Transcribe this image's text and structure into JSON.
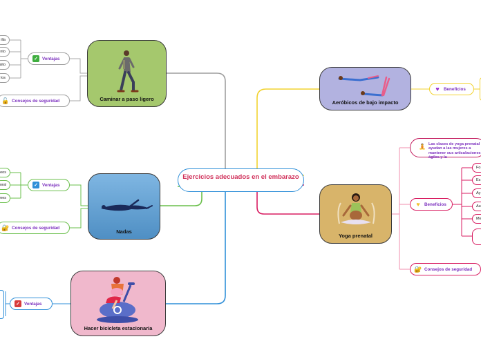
{
  "center": {
    "title": "Ejercicios adecuados en el embarazo"
  },
  "topics": {
    "walk": {
      "title": "Caminar a paso ligero",
      "image_icon": "walking-person-icon"
    },
    "swim": {
      "title": "Nadas",
      "image_icon": "swimmer-icon"
    },
    "bike": {
      "title": "Hacer bicicleta estacionaria",
      "image_icon": "stationary-bike-icon"
    },
    "aero": {
      "title": "Aeróbicos de bajo impacto",
      "image_icon": "exercising-women-icon"
    },
    "yoga": {
      "title": "Yoga prenatal",
      "image_icon": "meditating-woman-icon"
    }
  },
  "labels": {
    "ventajas": "Ventajas",
    "consejos": "Consejos de seguridad",
    "beneficios": "Beneficios"
  },
  "walk_leaves": [
    "illa",
    "nto",
    "sito",
    "los"
  ],
  "swim_leaves": [
    "eos",
    "oral",
    "mes"
  ],
  "yoga_note": "Las clases de yoga prenatal ayudan a las mujeres a mantener sus articulaciones ágiles y la",
  "yoga_leaves": [
    "Fo",
    "Es",
    "Ay",
    "Au",
    "Me"
  ],
  "colors": {
    "center_border": "#2f8fd8",
    "center_text": "#d0305a",
    "branch_walk": "#9e9e9e",
    "branch_swim": "#6abf4b",
    "branch_bike": "#2f8fd8",
    "branch_aero": "#f2d22e",
    "branch_yoga": "#d81b60",
    "pill_text": "#7b2fbe"
  }
}
